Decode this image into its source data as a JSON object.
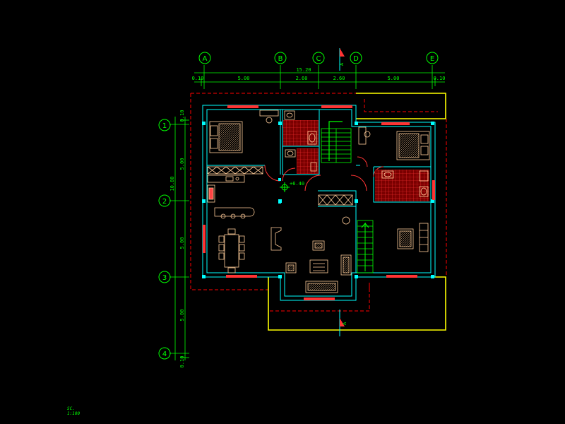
{
  "drawing": {
    "grid_columns": [
      "A",
      "B",
      "C",
      "D",
      "E"
    ],
    "grid_rows": [
      "1",
      "2",
      "3",
      "4"
    ],
    "top_dims": {
      "total": "15.20",
      "edge_left": "0.10",
      "seg_ab": "5.00",
      "seg_bc": "2.60",
      "seg_cd": "2.60",
      "seg_de": "5.00",
      "edge_right": "0.10"
    },
    "left_dims": {
      "total": "10.80",
      "edge_top": "0.10",
      "seg_12": "5.00",
      "seg_23": "5.00",
      "seg_34": "5.00",
      "edge_bottom": "0.10"
    },
    "level_mark": "+6.40",
    "section_mark_top": "A",
    "section_mark_bottom": "A",
    "scale_label": "SC.",
    "scale_value": "1:100"
  },
  "colors": {
    "background": "#000000",
    "dimension": "#00ff00",
    "wall": "#00ffff",
    "opening": "#ff3333",
    "fixture": "#ff4444",
    "furniture": "#ffcc99",
    "terrace": "#ffff00",
    "roof_edge": "#ff0000"
  }
}
